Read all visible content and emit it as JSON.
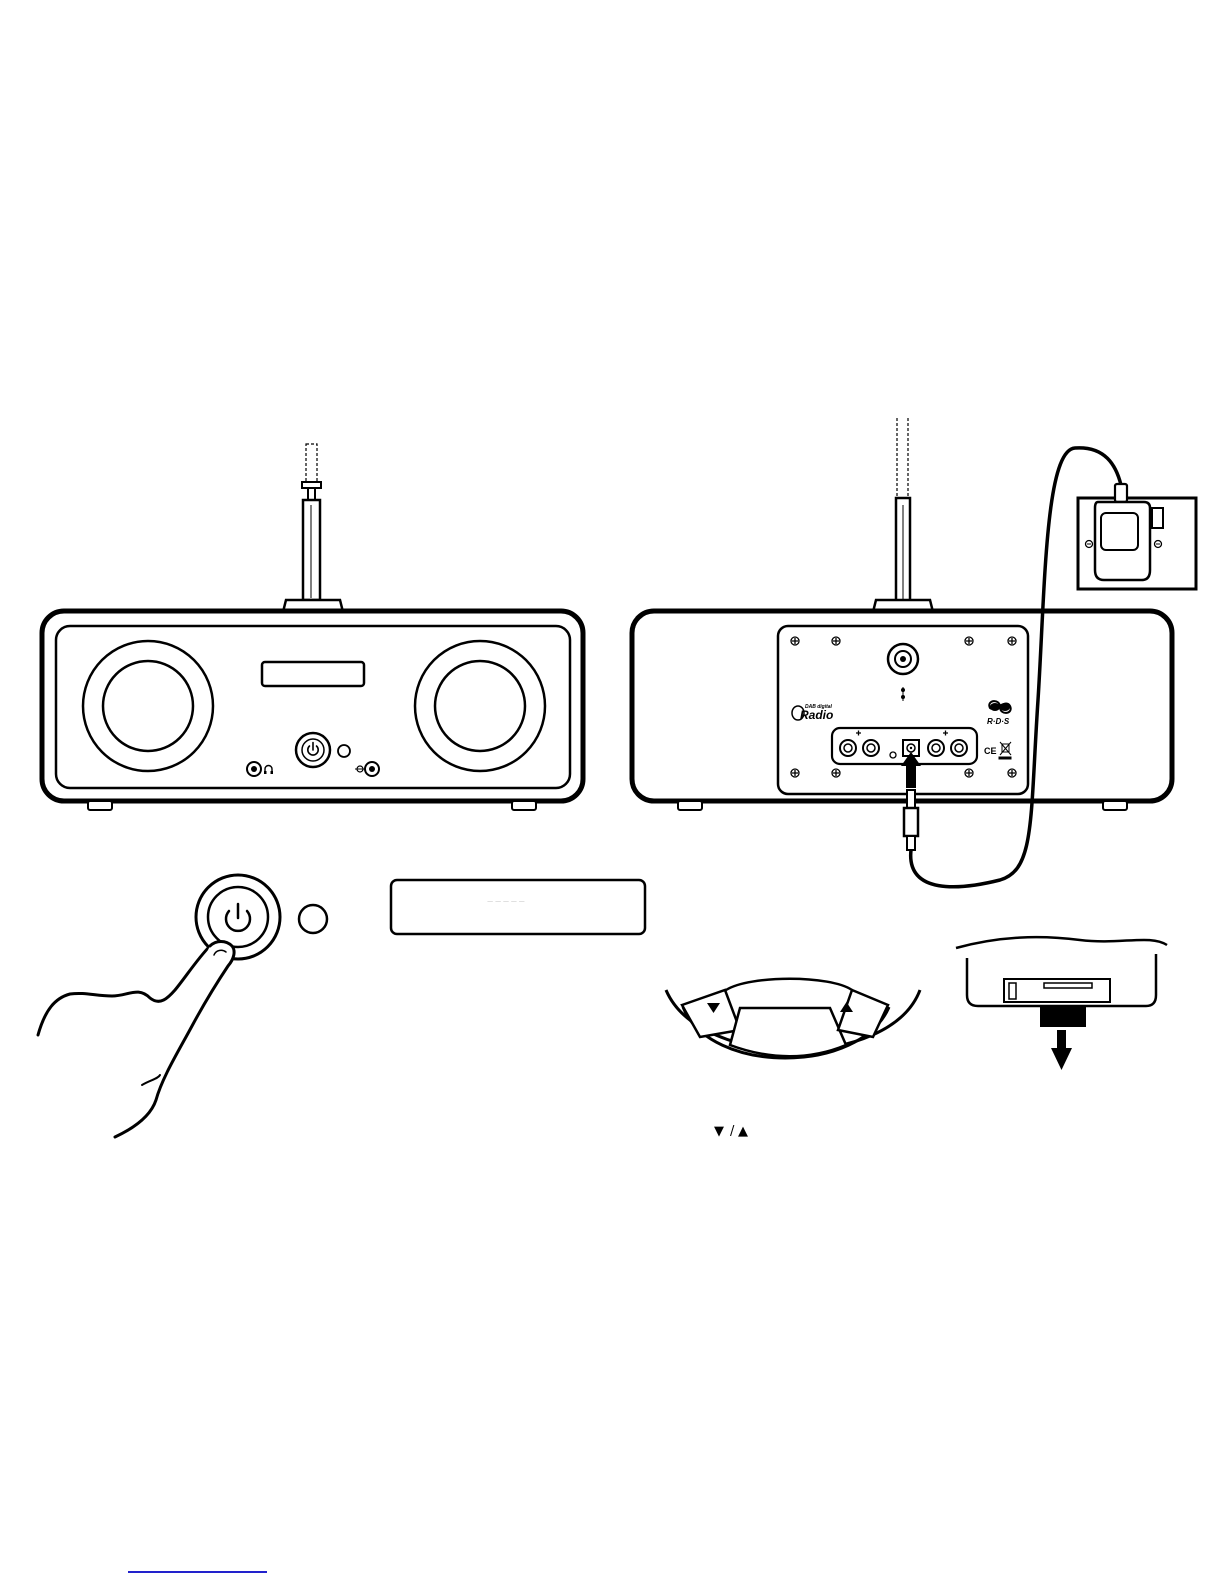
{
  "labels": {
    "dab_logo_small": "DAB digital",
    "dab_logo_main": "Radio",
    "rds_logo": "R·D·S",
    "ce_mark": "CE"
  },
  "nav_legend": {
    "down_symbol": "▼",
    "separator": "/",
    "up_symbol": "▲"
  },
  "display": {
    "dashes": "— — — — —"
  },
  "colors": {
    "line": "#000000",
    "background": "#ffffff",
    "link": "#2222cc"
  }
}
